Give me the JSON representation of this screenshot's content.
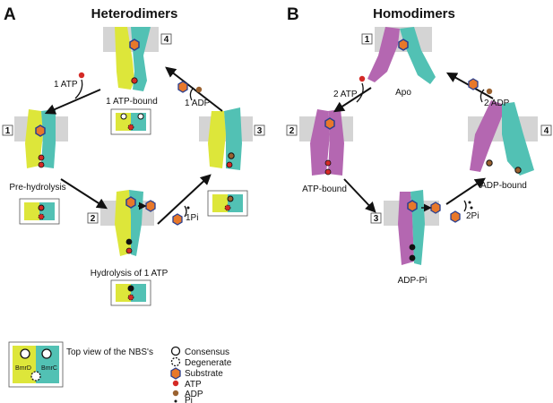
{
  "panelA": {
    "letter": "A",
    "title": "Heterodimers",
    "states": [
      {
        "num": "1",
        "label": "Pre-hydrolysis"
      },
      {
        "num": "2",
        "label": "Hydrolysis of 1 ATP"
      },
      {
        "num": "3",
        "label": ""
      },
      {
        "num": "4",
        "label": "1 ATP-bound"
      }
    ],
    "arrows": {
      "atp_in": "1 ATP",
      "pi_out": "1Pi",
      "adp_out": "1 ADP"
    }
  },
  "panelB": {
    "letter": "B",
    "title": "Homodimers",
    "states": [
      {
        "num": "1",
        "label": "Apo"
      },
      {
        "num": "2",
        "label": "ATP-bound"
      },
      {
        "num": "3",
        "label": "ADP-Pi"
      },
      {
        "num": "4",
        "label": "ADP-bound"
      }
    ],
    "arrows": {
      "atp_in": "2 ATP",
      "pi_out": "2Pi",
      "adp_out": "2 ADP"
    }
  },
  "legend": {
    "top_view_label": "Top view of the NBS's",
    "subunit_left": "BmrD",
    "subunit_right": "BmrC",
    "items": [
      "Consensus",
      "Degenerate",
      "Substrate",
      "ATP",
      "ADP",
      "Pi"
    ]
  },
  "colors": {
    "yellow": "#dde63a",
    "teal": "#52c1b4",
    "purple": "#b467b1",
    "membrane": "#d4d4d4",
    "substrate": "#e8782a",
    "substrate_border": "#2a3f8f",
    "atp": "#d42a26",
    "adp": "#9a6230"
  }
}
